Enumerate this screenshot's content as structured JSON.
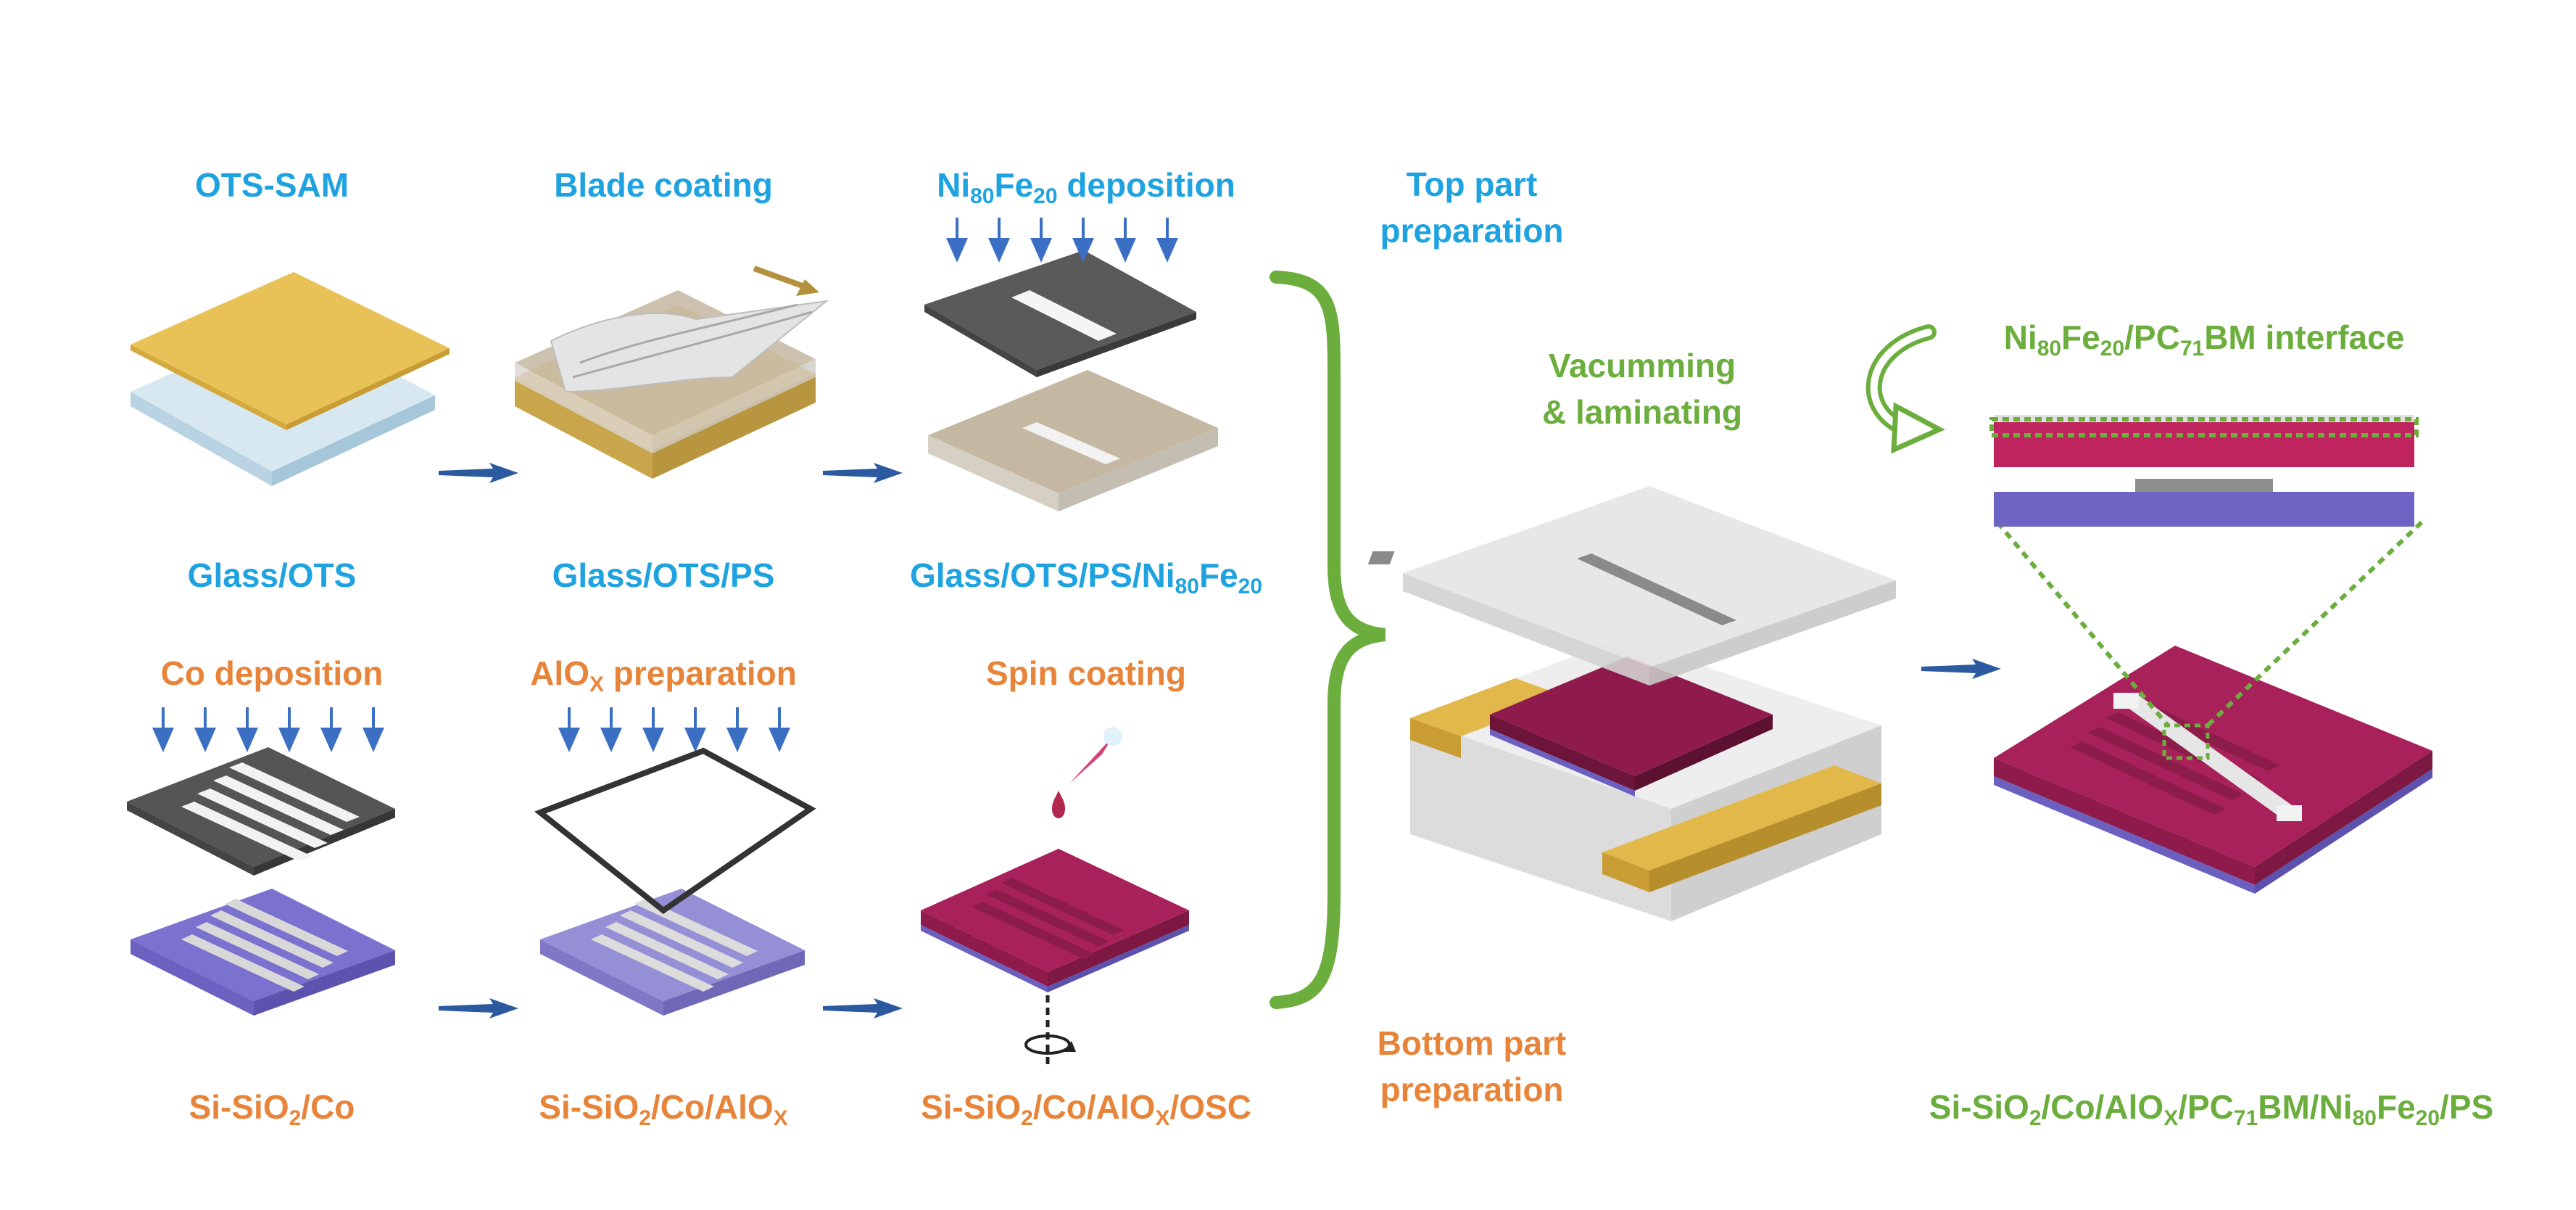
{
  "colors": {
    "blue_text": "#1ea3e0",
    "orange_text": "#e8843a",
    "green_text": "#6cae3e",
    "arrow_blue": "#2c5aa0",
    "gold": "#e9c257",
    "glass": "#cfe1ec",
    "purple": "#7b72d0",
    "magenta": "#a8215a",
    "mask_gray": "#555555",
    "polymer": "#c9bca8"
  },
  "top_row": {
    "step1": {
      "title": "OTS-SAM",
      "caption": "Glass/OTS"
    },
    "step2": {
      "title": "Blade coating",
      "caption": "Glass/OTS/PS"
    },
    "step3": {
      "title_parts": [
        "Ni",
        "80",
        "Fe",
        "20",
        " deposition"
      ],
      "caption_parts": [
        "Glass/OTS/PS/Ni",
        "80",
        "Fe",
        "20"
      ]
    }
  },
  "bottom_row": {
    "step1": {
      "title": "Co deposition",
      "caption_parts": [
        "Si-SiO",
        "2",
        "/Co"
      ]
    },
    "step2": {
      "title_parts": [
        "AlO",
        "X",
        " preparation"
      ],
      "caption_parts": [
        "Si-SiO",
        "2",
        "/Co/AlO",
        "X"
      ]
    },
    "step3": {
      "title": "Spin coating",
      "caption_parts": [
        "Si-SiO",
        "2",
        "/Co/AlO",
        "X",
        "/OSC"
      ]
    }
  },
  "brace": {
    "top_label_lines": [
      "Top part",
      "preparation"
    ],
    "bottom_label_lines": [
      "Bottom part",
      "preparation"
    ]
  },
  "assembly": {
    "title_lines": [
      "Vacumming",
      "& laminating"
    ]
  },
  "final": {
    "interface_title_parts": [
      "Ni",
      "80",
      "Fe",
      "20",
      "/PC",
      "71",
      "BM interface"
    ],
    "caption_parts": [
      "Si-SiO",
      "2",
      "/Co/AlO",
      "X",
      "/PC",
      "71",
      "BM/Ni",
      "80",
      "Fe",
      "20",
      "/PS"
    ]
  },
  "icons": [
    "down-arrow-icon",
    "right-arrow-icon",
    "curved-arrow-icon",
    "rotation-icon",
    "dropper-icon"
  ]
}
